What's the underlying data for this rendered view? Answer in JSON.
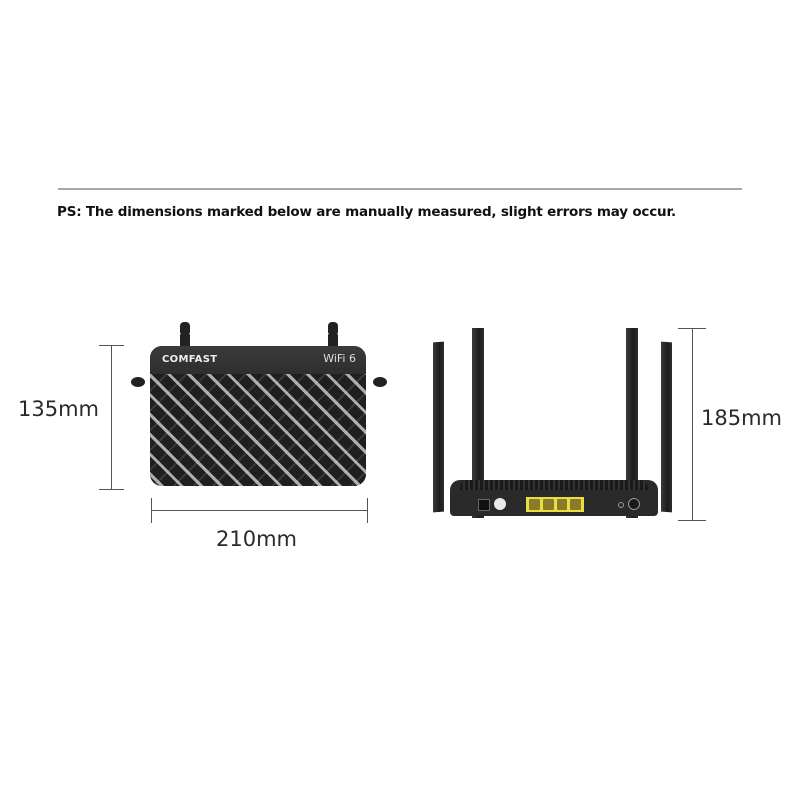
{
  "note": "PS: The dimensions marked below are manually measured, slight errors may occur.",
  "front_view": {
    "brand": "COMFAST",
    "badge": "WiFi 6",
    "height_label": "135mm",
    "width_label": "210mm"
  },
  "back_view": {
    "height_label": "185mm",
    "lan_ports": 4
  },
  "colors": {
    "port_highlight": "#e8e040",
    "device_body": "#2b2b2b",
    "rule": "#a8a8a8"
  }
}
